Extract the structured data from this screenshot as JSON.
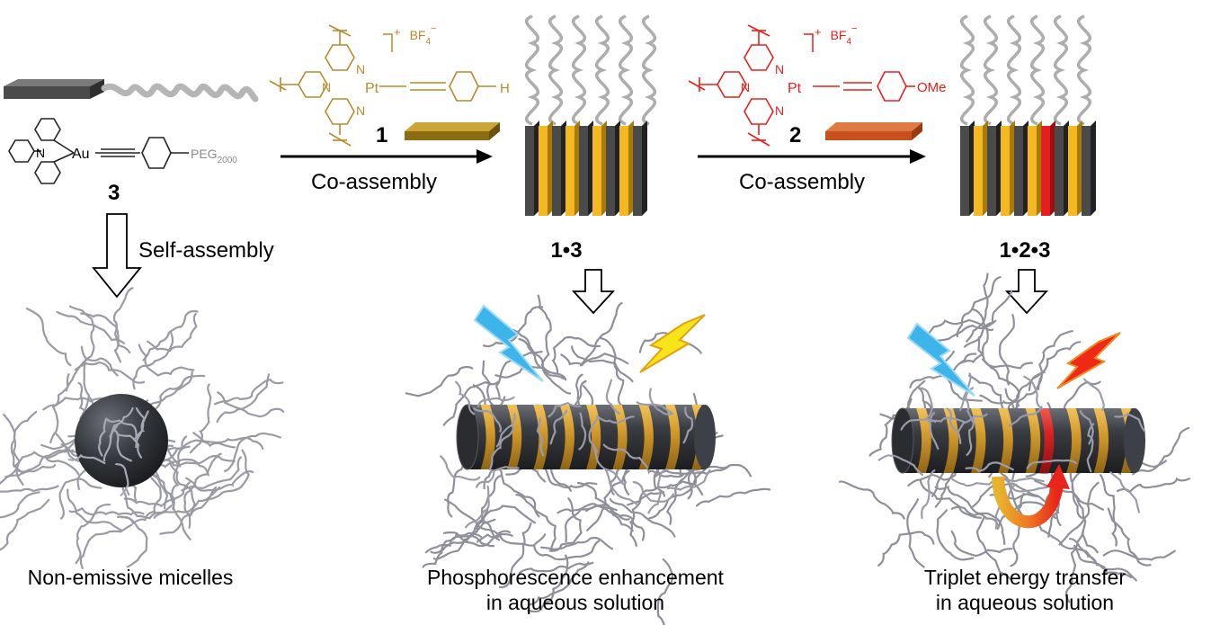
{
  "compound3": {
    "number": "3",
    "metal": "Au",
    "nitrogen": "N",
    "peg": "PEG",
    "peg_sub": "2000"
  },
  "compound1": {
    "number": "1",
    "metal": "Pt",
    "nitrogen": "N",
    "terminal": "H",
    "charge": "+",
    "counterion": "BF",
    "counterion_sub": "4",
    "counterion_sup": "−"
  },
  "compound2": {
    "number": "2",
    "metal": "Pt",
    "nitrogen": "N",
    "terminal": "OMe",
    "charge": "+",
    "counterion": "BF",
    "counterion_sub": "4",
    "counterion_sup": "−"
  },
  "steps": {
    "coassembly_1": "Co-assembly",
    "coassembly_2": "Co-assembly",
    "self_assembly": "Self-assembly"
  },
  "assemblies": {
    "a13": "1•3",
    "a123": "1•2•3"
  },
  "captions": {
    "micelles": "Non-emissive micelles",
    "phos_line1": "Phosphorescence enhancement",
    "phos_line2": "in aqueous solution",
    "tet_line1": "Triplet energy transfer",
    "tet_line2": "in aqueous solution"
  },
  "colors": {
    "gold_complex": "#b8892a",
    "red_complex": "#e8201a",
    "dark_plate": "#4a4a4a",
    "yellow_stripe": "#f5b820",
    "red_stripe": "#e41f1f",
    "blue_bolt": "#3db4ea",
    "yellow_bolt": "#f7e51a",
    "red_bolt": "#ee2a16",
    "peg_chain": "#a8a8a8"
  }
}
